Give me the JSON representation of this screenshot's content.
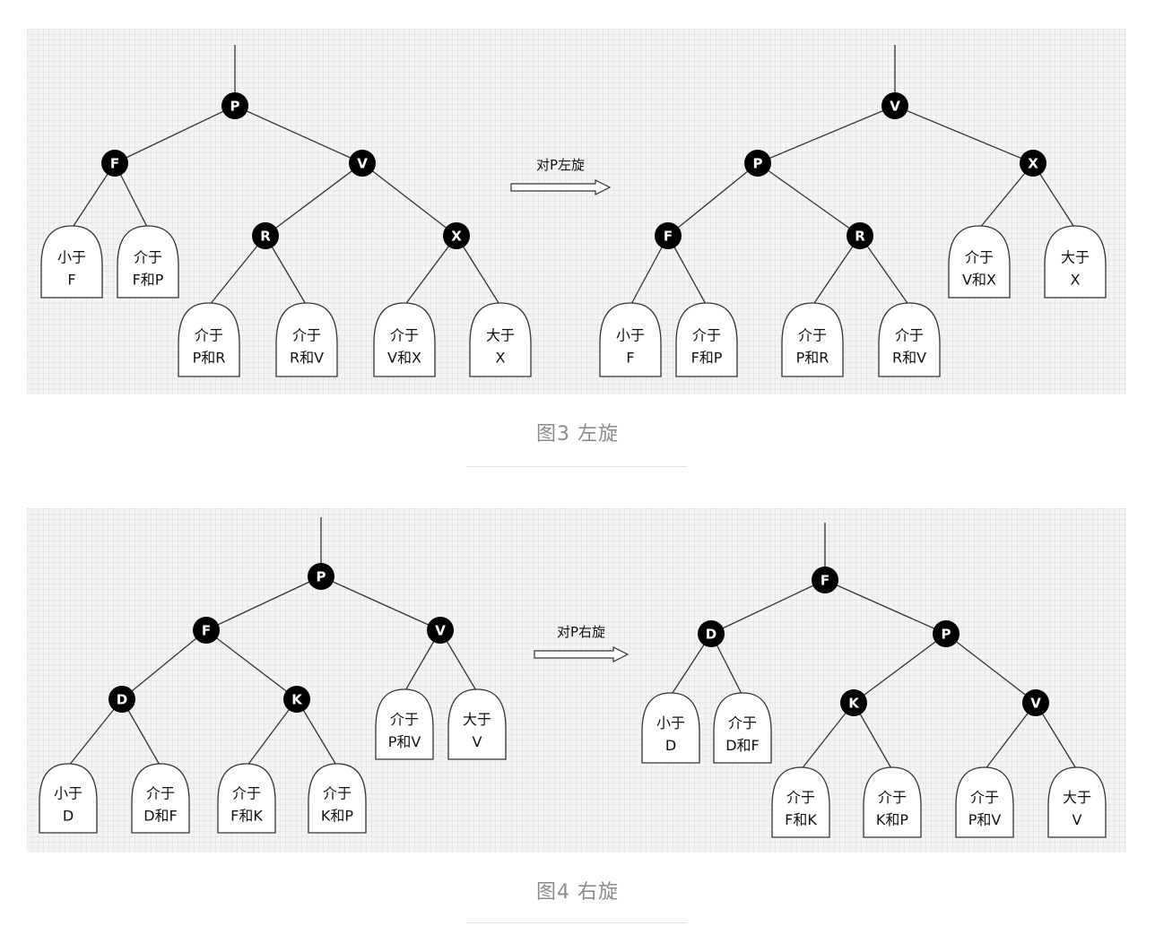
{
  "figures": [
    {
      "caption": "图3 左旋",
      "operation": "对P左旋",
      "before": {
        "nodes": [
          {
            "id": "P",
            "label": "P"
          },
          {
            "id": "F",
            "label": "F"
          },
          {
            "id": "V",
            "label": "V"
          },
          {
            "id": "R",
            "label": "R"
          },
          {
            "id": "X",
            "label": "X"
          }
        ],
        "subtrees": [
          {
            "id": "s1",
            "lines": [
              "小于",
              "F"
            ]
          },
          {
            "id": "s2",
            "lines": [
              "介于",
              "F和P"
            ]
          },
          {
            "id": "s3",
            "lines": [
              "介于",
              "P和R"
            ]
          },
          {
            "id": "s4",
            "lines": [
              "介于",
              "R和V"
            ]
          },
          {
            "id": "s5",
            "lines": [
              "介于",
              "V和X"
            ]
          },
          {
            "id": "s6",
            "lines": [
              "大于",
              "X"
            ]
          }
        ]
      },
      "after": {
        "nodes": [
          {
            "id": "V",
            "label": "V"
          },
          {
            "id": "P",
            "label": "P"
          },
          {
            "id": "X",
            "label": "X"
          },
          {
            "id": "F",
            "label": "F"
          },
          {
            "id": "R",
            "label": "R"
          }
        ],
        "subtrees": [
          {
            "id": "s1",
            "lines": [
              "小于",
              "F"
            ]
          },
          {
            "id": "s2",
            "lines": [
              "介于",
              "F和P"
            ]
          },
          {
            "id": "s3",
            "lines": [
              "介于",
              "P和R"
            ]
          },
          {
            "id": "s4",
            "lines": [
              "介于",
              "R和V"
            ]
          },
          {
            "id": "s5",
            "lines": [
              "介于",
              "V和X"
            ]
          },
          {
            "id": "s6",
            "lines": [
              "大于",
              "X"
            ]
          }
        ]
      }
    },
    {
      "caption": "图4 右旋",
      "operation": "对P右旋",
      "before": {
        "nodes": [
          {
            "id": "P",
            "label": "P"
          },
          {
            "id": "F",
            "label": "F"
          },
          {
            "id": "V",
            "label": "V"
          },
          {
            "id": "D",
            "label": "D"
          },
          {
            "id": "K",
            "label": "K"
          }
        ],
        "subtrees": [
          {
            "id": "t1",
            "lines": [
              "小于",
              "D"
            ]
          },
          {
            "id": "t2",
            "lines": [
              "介于",
              "D和F"
            ]
          },
          {
            "id": "t3",
            "lines": [
              "介于",
              "F和K"
            ]
          },
          {
            "id": "t4",
            "lines": [
              "介于",
              "K和P"
            ]
          },
          {
            "id": "t5",
            "lines": [
              "介于",
              "P和V"
            ]
          },
          {
            "id": "t6",
            "lines": [
              "大于",
              "V"
            ]
          }
        ]
      },
      "after": {
        "nodes": [
          {
            "id": "F",
            "label": "F"
          },
          {
            "id": "D",
            "label": "D"
          },
          {
            "id": "P",
            "label": "P"
          },
          {
            "id": "K",
            "label": "K"
          },
          {
            "id": "V",
            "label": "V"
          }
        ],
        "subtrees": [
          {
            "id": "t1",
            "lines": [
              "小于",
              "D"
            ]
          },
          {
            "id": "t2",
            "lines": [
              "介于",
              "D和F"
            ]
          },
          {
            "id": "t3",
            "lines": [
              "介于",
              "F和K"
            ]
          },
          {
            "id": "t4",
            "lines": [
              "介于",
              "K和P"
            ]
          },
          {
            "id": "t5",
            "lines": [
              "介于",
              "P和V"
            ]
          },
          {
            "id": "t6",
            "lines": [
              "大于",
              "V"
            ]
          }
        ]
      }
    }
  ]
}
